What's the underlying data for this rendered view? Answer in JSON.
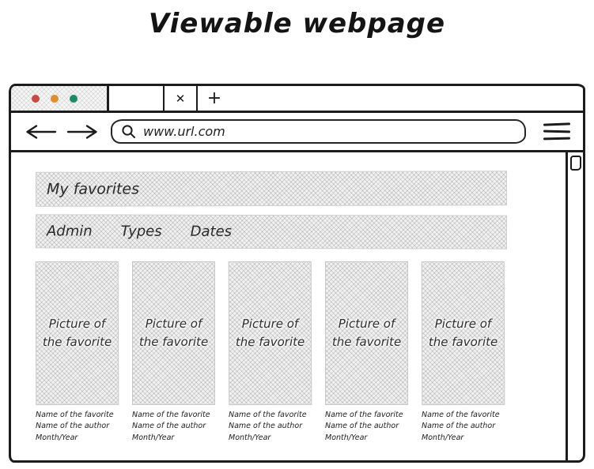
{
  "title": "Viewable webpage",
  "browser": {
    "tab_close_glyph": "✕",
    "new_tab_glyph": "+",
    "url": "www.url.com"
  },
  "content": {
    "header": "My favorites",
    "nav_items": [
      "Admin",
      "Types",
      "Dates"
    ],
    "cards": [
      {
        "picture_label": "Picture of the favorite",
        "caption": [
          "Name of the favorite",
          "Name of the author",
          "Month/Year"
        ]
      },
      {
        "picture_label": "Picture of the favorite",
        "caption": [
          "Name of the favorite",
          "Name of the author",
          "Month/Year"
        ]
      },
      {
        "picture_label": "Picture of the favorite",
        "caption": [
          "Name of the favorite",
          "Name of the author",
          "Month/Year"
        ]
      },
      {
        "picture_label": "Picture of the favorite",
        "caption": [
          "Name of the favorite",
          "Name of the author",
          "Month/Year"
        ]
      },
      {
        "picture_label": "Picture of the favorite",
        "caption": [
          "Name of the favorite",
          "Name of the author",
          "Month/Year"
        ]
      }
    ]
  },
  "icons": {
    "tab_close": "✕",
    "new_tab": "+",
    "search": "magnifier",
    "menu": "hamburger-lines",
    "back": "left-arrow",
    "forward": "right-arrow"
  },
  "colors": {
    "ink": "#1c1c1c",
    "window_dot_red": "#c94b43",
    "window_dot_orange": "#dd8f2f",
    "window_dot_green": "#1f8a66",
    "hatch_fill": "#f1f1f1"
  }
}
